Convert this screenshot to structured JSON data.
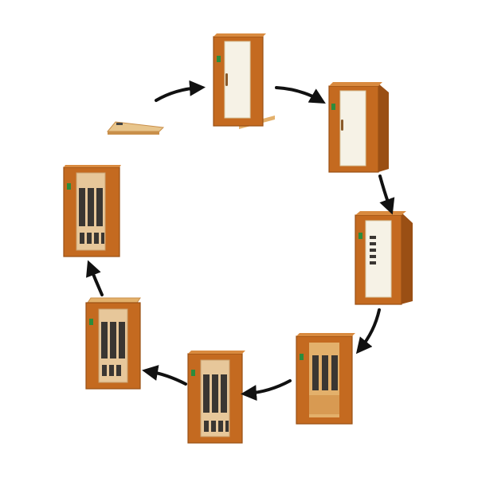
{
  "diagram": {
    "type": "cycle",
    "description_steps": [
      "step-1-floor-base",
      "step-2-back-and-side-panel-with-door",
      "step-3-second-side-panel",
      "step-4-door-frame-open",
      "step-5-interior-heaters-and-bench",
      "step-6-front-panel-installed",
      "step-7-roof-panel",
      "step-8-finished-sauna"
    ],
    "colors": {
      "wood": "#c46a20",
      "wood_dark": "#9a4f14",
      "wood_light": "#e3b06b",
      "glass": "#f6f2e6",
      "heater": "#3a3632",
      "arrow": "#111111",
      "screen": "#2c8c3c"
    }
  }
}
